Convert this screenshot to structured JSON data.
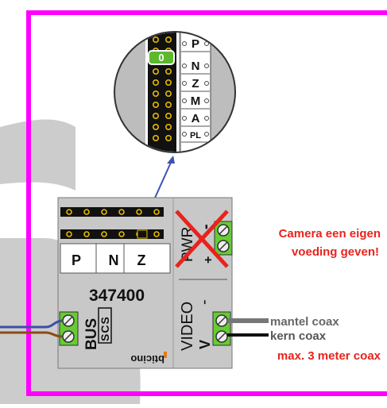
{
  "colors": {
    "frame": "#ff00ff",
    "module_body": "#c8c8c8",
    "terminal_green": "#66cc33",
    "warning_red": "#e8231d",
    "wire_blue": "#3b4fa8",
    "wire_brown": "#8a4b14",
    "callout_line": "#3f51b5",
    "coax_grey": "#777777"
  },
  "zoom": {
    "jumper_number": "0",
    "labels": [
      "P",
      "N",
      "Z",
      "M",
      "A",
      "PL"
    ]
  },
  "module": {
    "config_labels": [
      "P",
      "N",
      "Z"
    ],
    "part_number": "347400",
    "bus_label": "BUS",
    "scs_label": "SCS",
    "brand": "bticino",
    "pwr_label": "PWR",
    "pwr_minus": "-",
    "pwr_plus": "+",
    "video_label": "VIDEO",
    "video_minus": "-",
    "video_plus": "V"
  },
  "notes": {
    "camera_power_line1": "Camera een eigen",
    "camera_power_line2": "voeding geven!",
    "coax_shield": "mantel coax",
    "coax_core": "kern coax",
    "coax_max": "max. 3 meter coax"
  },
  "icons": [
    "jumper-pin-icon",
    "screw-terminal-icon",
    "cross-out-icon"
  ]
}
